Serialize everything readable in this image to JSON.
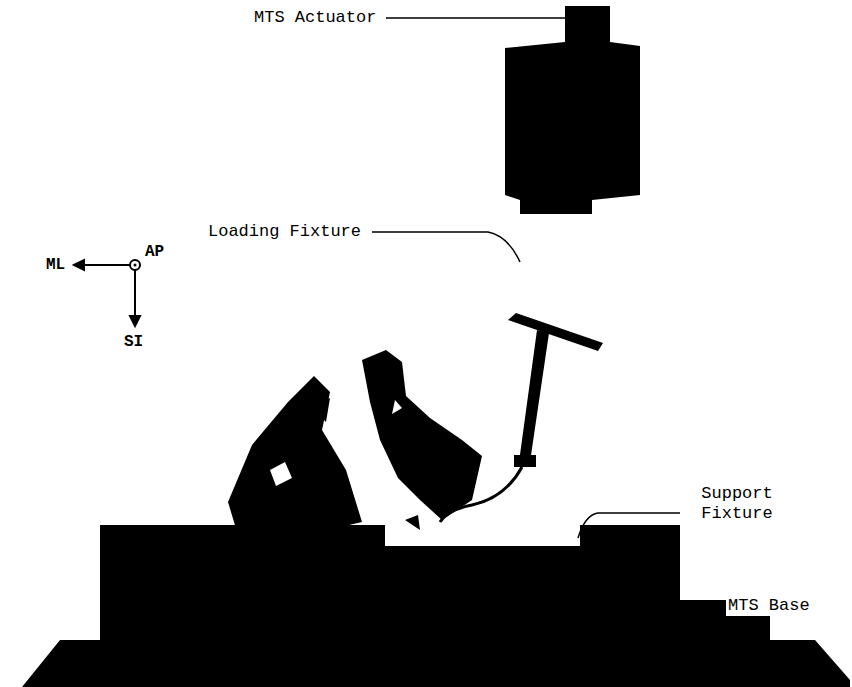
{
  "diagram": {
    "labels": [
      "MTS Actuator",
      "Loading Fixture",
      "ML",
      "AP",
      "SI",
      "Support Fixture",
      "MTS Base"
    ]
  }
}
